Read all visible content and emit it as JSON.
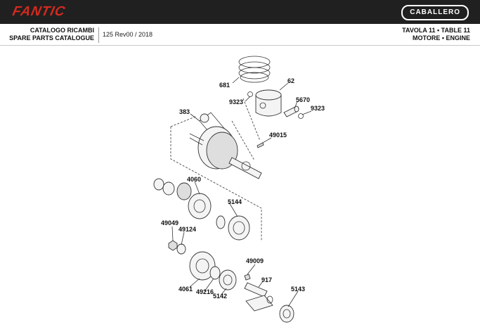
{
  "header": {
    "brand": "FANTIC",
    "model_badge": "CABALLERO",
    "catalog_it": "CATALOGO RICAMBI",
    "catalog_en": "SPARE PARTS CATALOGUE",
    "revision": "125 Rev00 / 2018",
    "table_label": "TAVOLA 11 • TABLE 11",
    "section_label": "MOTORE • ENGINE"
  },
  "parts": {
    "p681": "681",
    "p62": "62",
    "p9323a": "9323",
    "p5670": "5670",
    "p9323b": "9323",
    "p383": "383",
    "p49015": "49015",
    "p4060": "4060",
    "p5144": "5144",
    "p49049": "49049",
    "p49124": "49124",
    "p49009": "49009",
    "p917": "917",
    "p5143": "5143",
    "p4061": "4061",
    "p49216": "49216",
    "p5142": "5142"
  },
  "colors": {
    "brand_red": "#d42a1f",
    "topbar": "#202020"
  }
}
